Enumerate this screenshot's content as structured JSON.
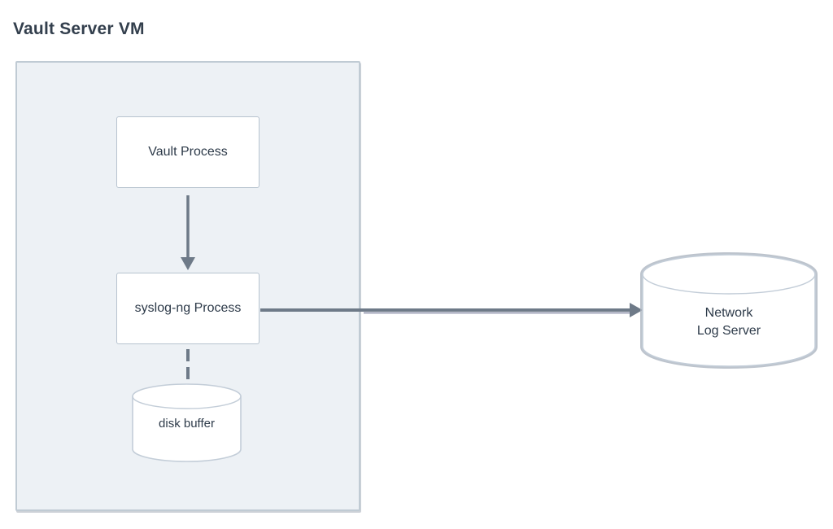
{
  "title": "Vault Server VM",
  "nodes": {
    "vault_process": {
      "label": "Vault Process",
      "shape": "rectangle"
    },
    "syslog_process": {
      "label": "syslog-ng Process",
      "shape": "rectangle"
    },
    "disk_buffer": {
      "label": "disk buffer",
      "shape": "cylinder"
    },
    "network_log_server": {
      "line1": "Network",
      "line2": "Log Server",
      "shape": "cylinder"
    }
  },
  "edges": [
    {
      "from": "vault_process",
      "to": "syslog_process",
      "style": "solid",
      "arrow": true
    },
    {
      "from": "syslog_process",
      "to": "network_log_server",
      "style": "solid",
      "arrow": true
    },
    {
      "from": "syslog_process",
      "to": "disk_buffer",
      "style": "dashed",
      "arrow": false
    }
  ],
  "colors": {
    "title_text": "#333f4d",
    "node_text": "#2d3a49",
    "container_fill": "#edf1f5",
    "container_border": "#c0cbd4",
    "node_fill": "#ffffff",
    "node_border": "#b7c3cf",
    "arrow": "#6e7a88",
    "cyl_border": "#c3cdd8",
    "cyl_halo": "#adb5c0",
    "edge_shadow": "rgba(52,58,104,0.6)"
  }
}
